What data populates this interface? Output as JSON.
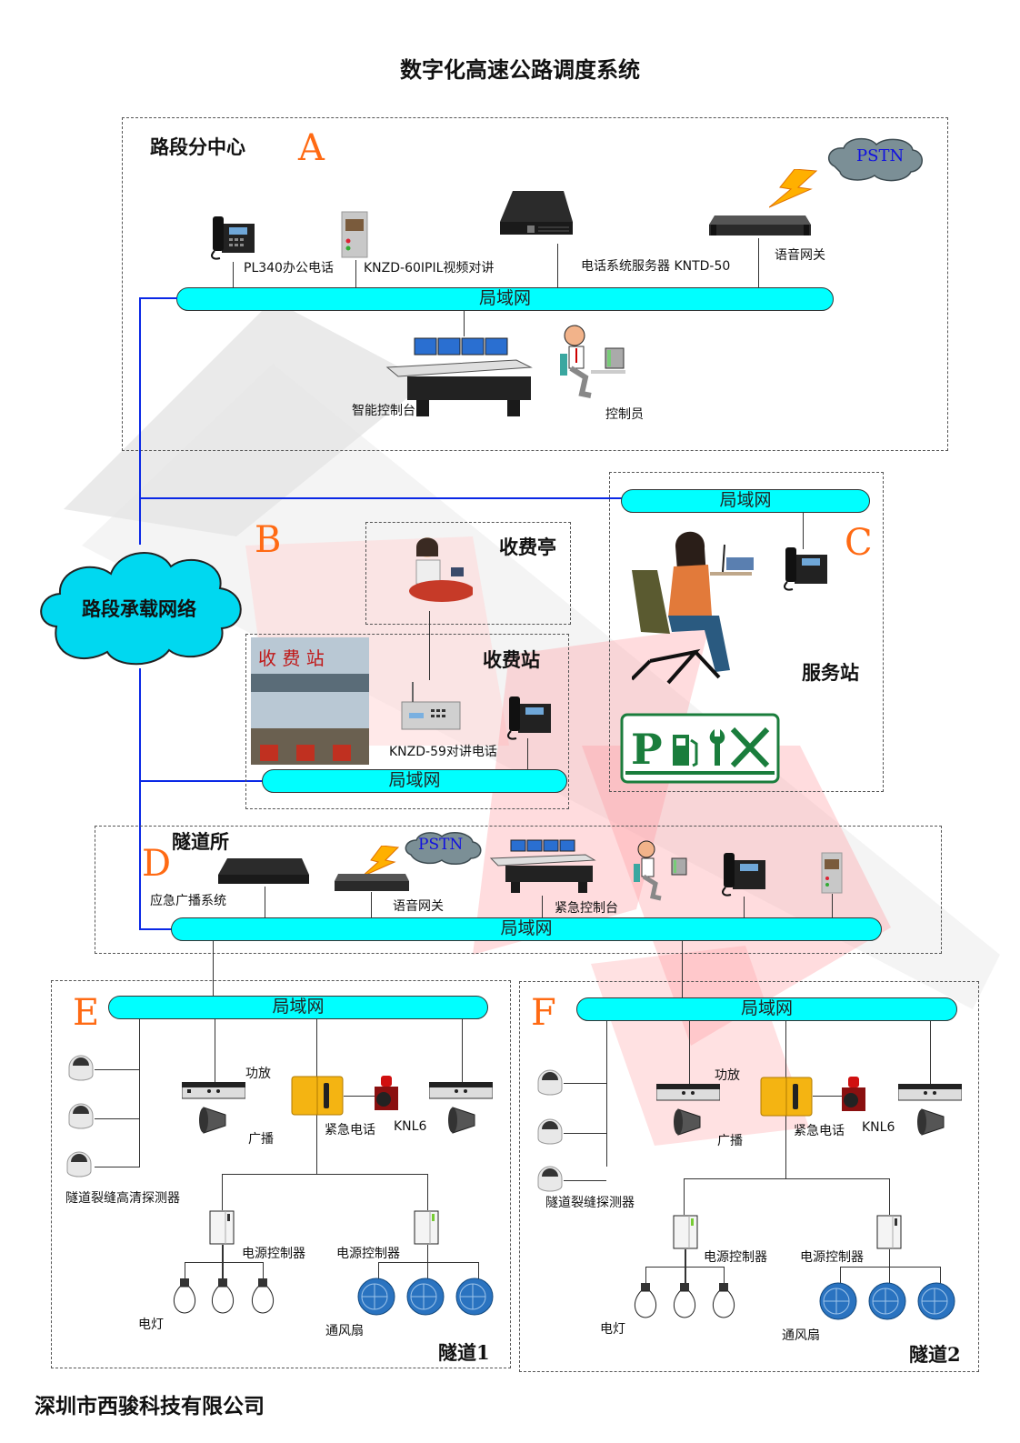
{
  "title": "数字化高速公路调度系统",
  "footer": "深圳市西骏科技有限公司",
  "lan_label": "局域网",
  "colors": {
    "lan_fill": "#00ffff",
    "backbone_line": "#0a28e6",
    "section_letter": "#ff6a13",
    "pstn_text": "#1010e0",
    "cloud_fill": "#00d8f0",
    "service_sign": "#1a7d3c"
  },
  "backbone": {
    "label": "路段承载网络",
    "icon": "cloud-icon"
  },
  "sections": {
    "A": {
      "letter": "A",
      "name": "路段分中心",
      "pstn": "PSTN",
      "devices": [
        {
          "label": "PL340办公电话",
          "icon": "ip-phone-icon"
        },
        {
          "label": "KNZD-60IPIL视频对讲",
          "icon": "video-intercom-icon"
        },
        {
          "label": "电话系统服务器 KNTD-50",
          "icon": "server-icon"
        },
        {
          "label": "语音网关",
          "icon": "voice-gateway-icon"
        },
        {
          "label": "智能控制台",
          "icon": "control-console-icon"
        },
        {
          "label": "控制员",
          "icon": "operator-icon"
        }
      ]
    },
    "B": {
      "letter": "B",
      "booth": "收费亭",
      "station": "收费站",
      "devices": [
        {
          "label": "KNZD-59对讲电话",
          "icon": "intercom-desk-phone-icon"
        }
      ]
    },
    "C": {
      "letter": "C",
      "name": "服务站",
      "sign": "P ⛽ 🔧 ✕"
    },
    "D": {
      "letter": "D",
      "name": "隧道所",
      "pstn": "PSTN",
      "devices": [
        {
          "label": "应急广播系统",
          "icon": "server-icon"
        },
        {
          "label": "语音网关",
          "icon": "voice-gateway-icon"
        },
        {
          "label": "紧急控制台",
          "icon": "control-console-icon"
        }
      ]
    },
    "E": {
      "letter": "E",
      "tunnel": "隧道1",
      "detector": "隧道裂缝高清探测器",
      "amp": "功放",
      "broadcast": "广播",
      "emergency_phone": "紧急电话",
      "alarm": "KNL6",
      "power_ctrl_1": "电源控制器",
      "power_ctrl_2": "电源控制器",
      "lights": "电灯",
      "fans": "通风扇"
    },
    "F": {
      "letter": "F",
      "tunnel": "隧道2",
      "detector": "隧道裂缝探测器",
      "amp": "功放",
      "broadcast": "广播",
      "emergency_phone": "紧急电话",
      "alarm": "KNL6",
      "power_ctrl_1": "电源控制器",
      "power_ctrl_2": "电源控制器",
      "lights": "电灯",
      "fans": "通风扇"
    }
  }
}
